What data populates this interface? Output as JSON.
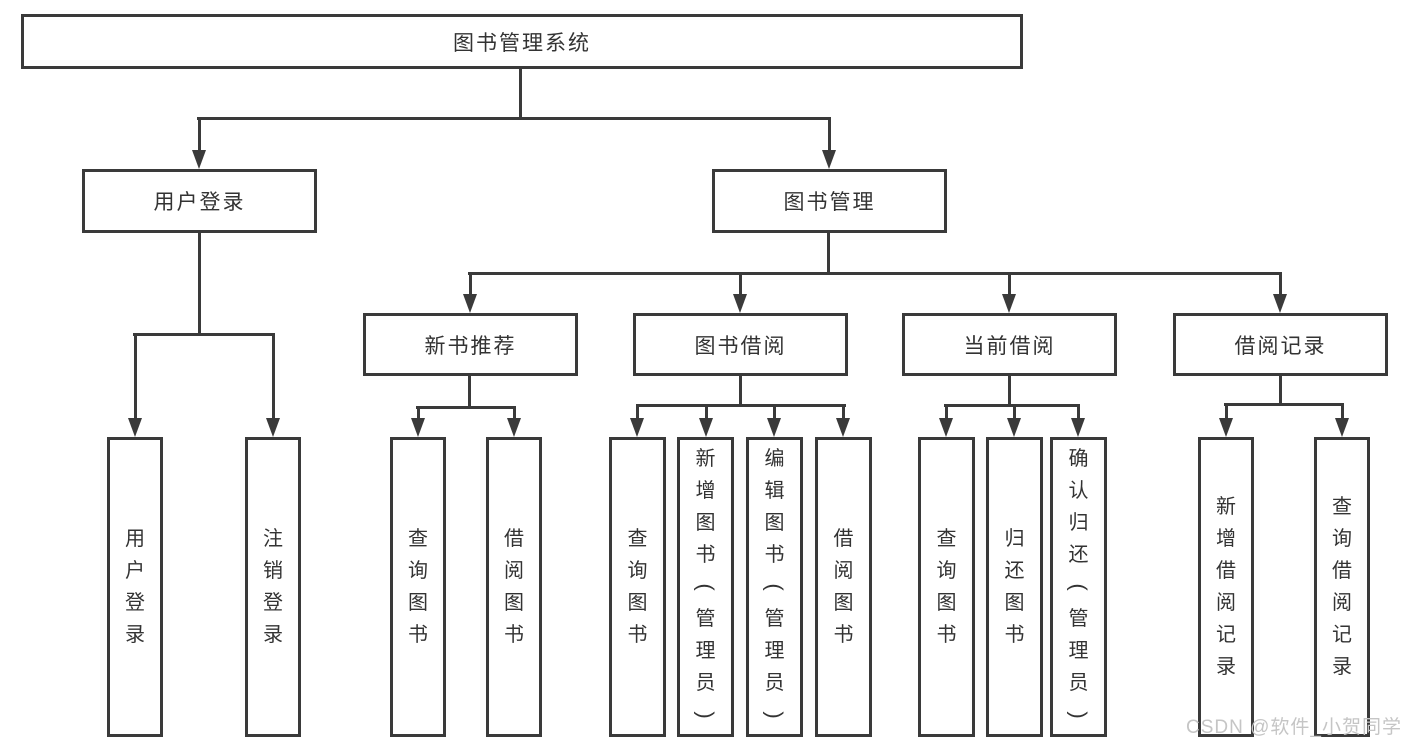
{
  "diagram": {
    "tree": {
      "root": {
        "label": "图书管理系统",
        "children": [
          {
            "label": "用户登录",
            "children": [
              {
                "label": "用户登录"
              },
              {
                "label": "注销登录"
              }
            ]
          },
          {
            "label": "图书管理",
            "children": [
              {
                "label": "新书推荐",
                "children": [
                  {
                    "label": "查询图书"
                  },
                  {
                    "label": "借阅图书"
                  }
                ]
              },
              {
                "label": "图书借阅",
                "children": [
                  {
                    "label": "查询图书"
                  },
                  {
                    "label": "新增图书（管理员）"
                  },
                  {
                    "label": "编辑图书（管理员）"
                  },
                  {
                    "label": "借阅图书"
                  }
                ]
              },
              {
                "label": "当前借阅",
                "children": [
                  {
                    "label": "查询图书"
                  },
                  {
                    "label": "归还图书"
                  },
                  {
                    "label": "确认归还（管理员）"
                  }
                ]
              },
              {
                "label": "借阅记录",
                "children": [
                  {
                    "label": "新增借阅记录"
                  },
                  {
                    "label": "查询借阅记录"
                  }
                ]
              }
            ]
          }
        ]
      }
    }
  },
  "watermark": {
    "text": "CSDN @软件_小贺同学",
    "color": "#c5c5c5"
  },
  "colors": {
    "line": "#3a3a3a",
    "text": "#333333",
    "box_fill": "#ffffff",
    "background": "#ffffff"
  }
}
